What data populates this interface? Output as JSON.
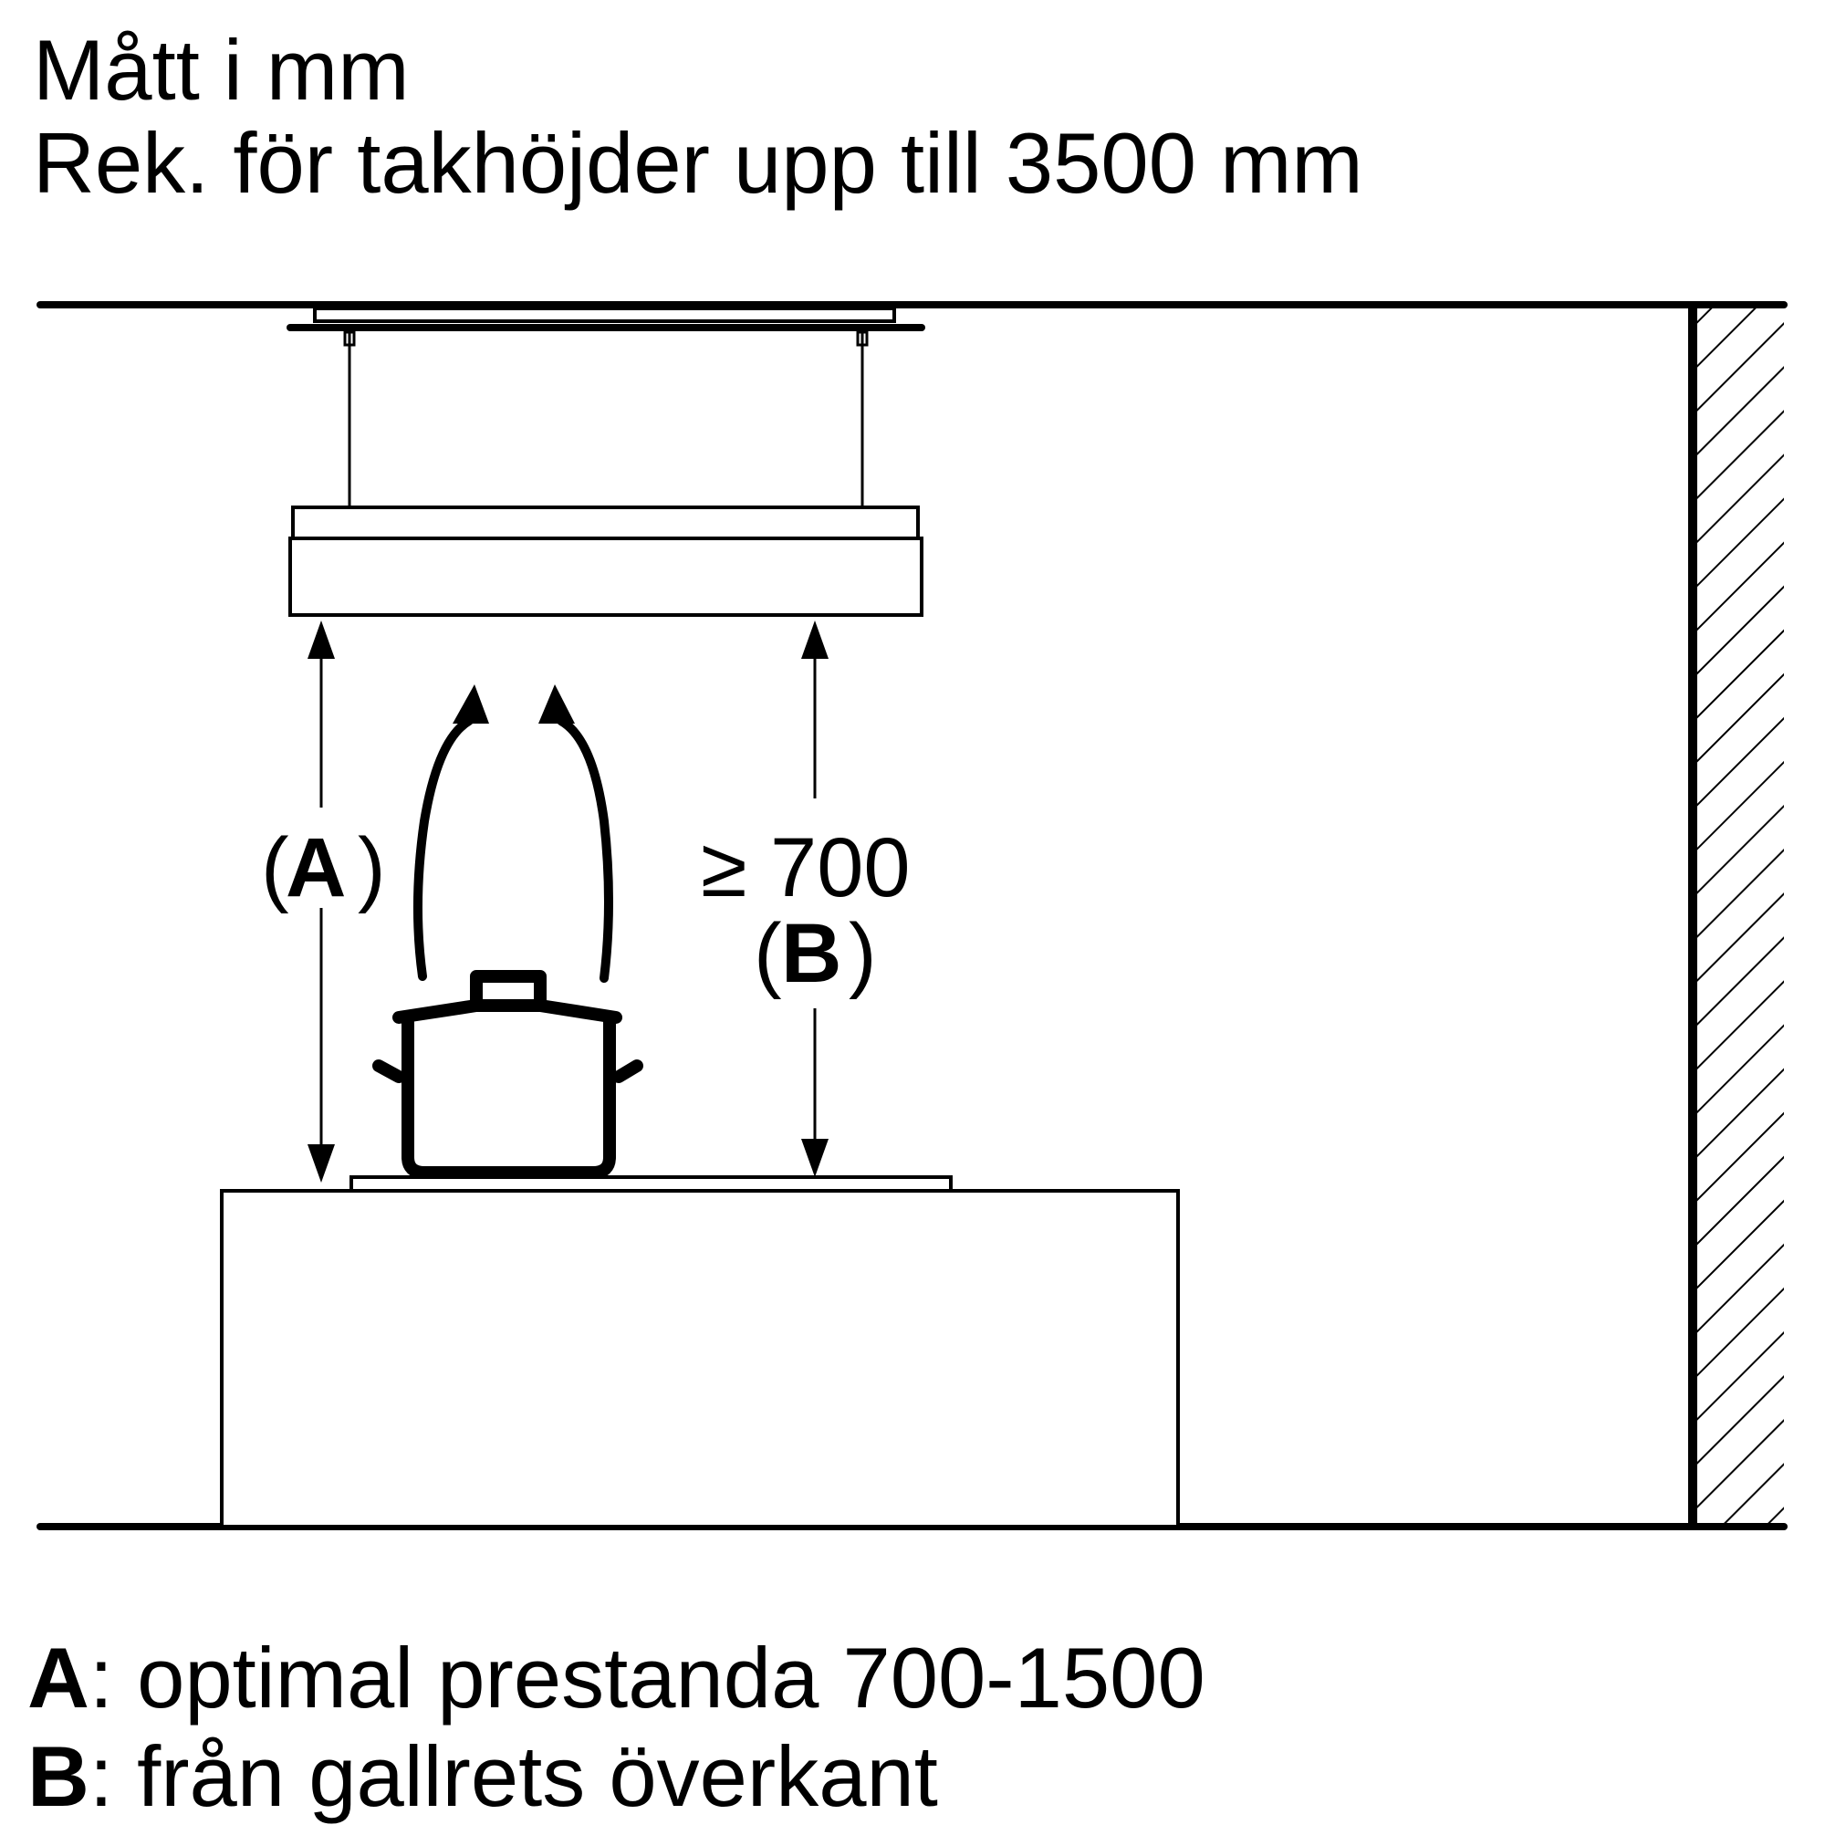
{
  "header": {
    "line1": "Mått i mm",
    "line2": "Rek. för takhöjder upp till 3500 mm"
  },
  "diagram": {
    "label_a": "A",
    "label_b": "B",
    "dimension_b": "≥ 700",
    "paren_open": "(",
    "paren_close": ")"
  },
  "legend": {
    "a_key": "A",
    "a_text": ": optimal prestanda 700-1500",
    "b_key": "B",
    "b_text": ": från gallrets överkant"
  }
}
